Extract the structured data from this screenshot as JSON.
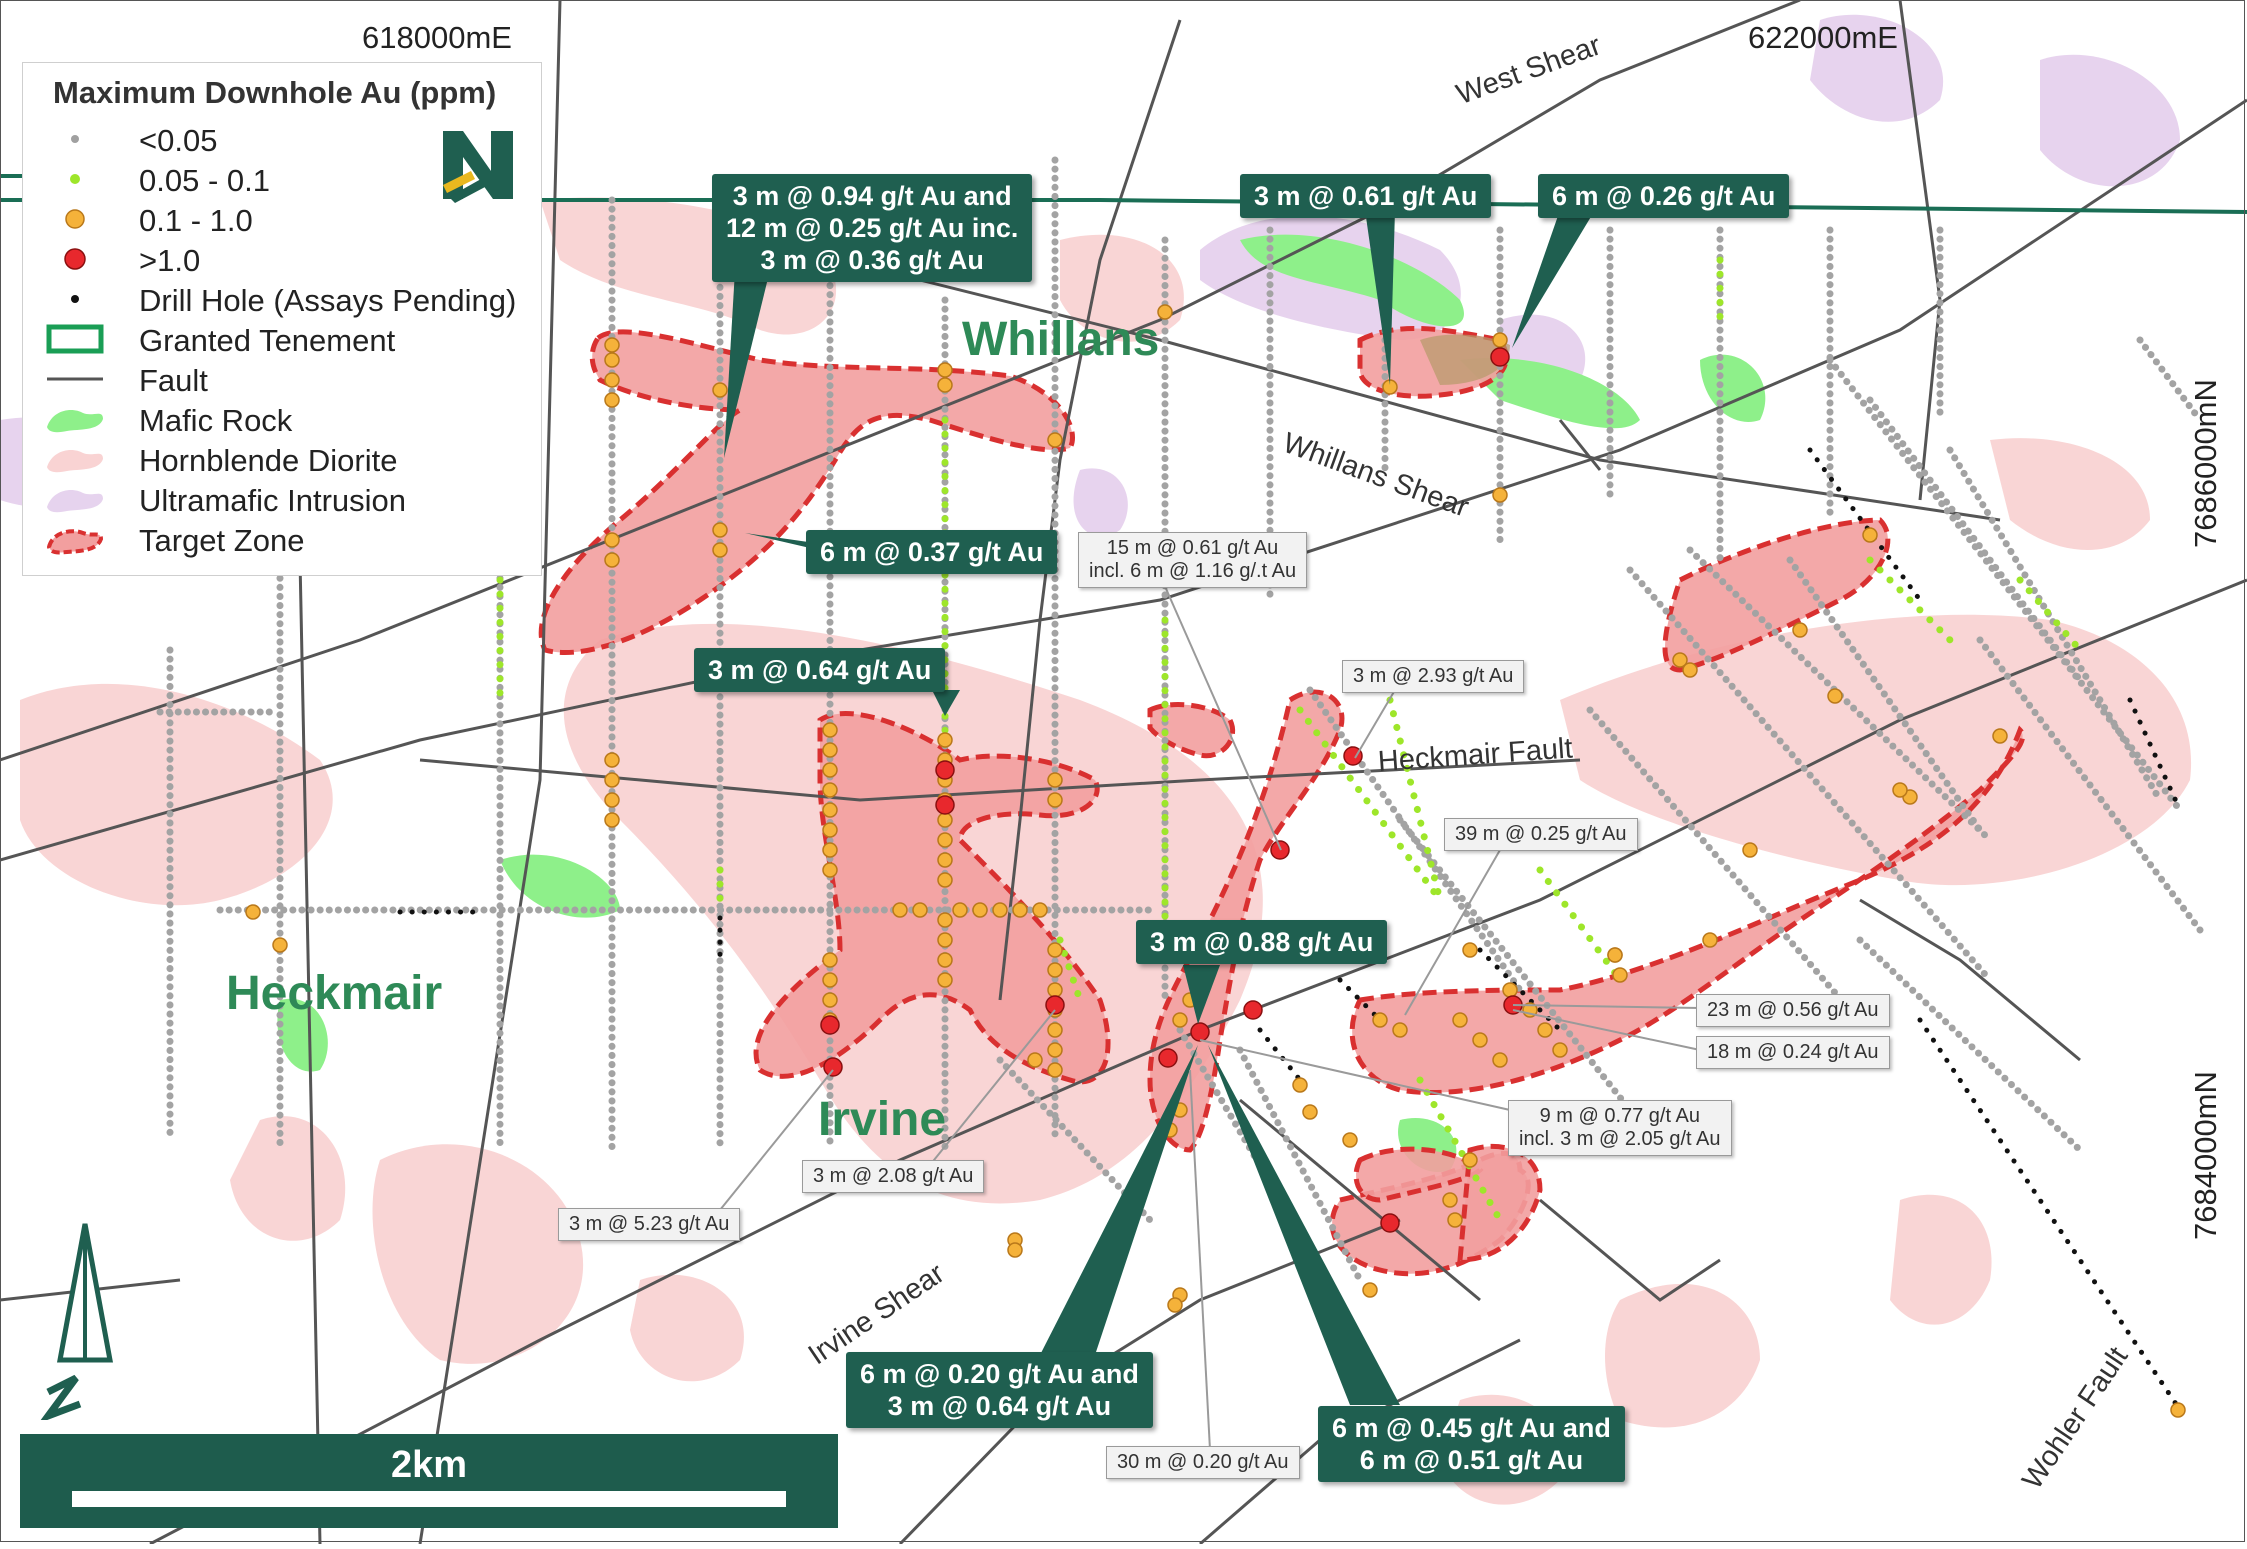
{
  "coordinates": {
    "easting_top": [
      "618000mE",
      "622000mE"
    ],
    "northing_right": [
      "7686000mN",
      "7684000mN"
    ]
  },
  "legend": {
    "title": "Maximum Downhole Au (ppm)",
    "items": [
      {
        "label": "<0.05",
        "symbol": "small-grey-dot",
        "color": "#a0a0a0"
      },
      {
        "label": "0.05 - 0.1",
        "symbol": "small-green-dot",
        "color": "#9ee62a"
      },
      {
        "label": "0.1 - 1.0",
        "symbol": "orange-dot",
        "color": "#f5b23a"
      },
      {
        "label": ">1.0",
        "symbol": "red-dot",
        "color": "#e8282d"
      },
      {
        "label": "Drill Hole (Assays Pending)",
        "symbol": "black-dot",
        "color": "#111111"
      },
      {
        "label": "Granted Tenement",
        "symbol": "green-outline-box",
        "color": "#1a9e55"
      },
      {
        "label": "Fault",
        "symbol": "line",
        "color": "#555555"
      },
      {
        "label": "Mafic Rock",
        "symbol": "fill-blob",
        "color": "#8ef08a"
      },
      {
        "label": "Hornblende Diorite",
        "symbol": "fill-blob",
        "color": "#f9d3d3"
      },
      {
        "label": "Ultramafic Intrusion",
        "symbol": "fill-blob",
        "color": "#e6d3ee"
      },
      {
        "label": "Target Zone",
        "symbol": "dashed-red-blob",
        "color": "#e53a3a"
      }
    ]
  },
  "places": {
    "whillans": "Whillans",
    "heckmair": "Heckmair",
    "irvine": "Irvine"
  },
  "faults": {
    "west_shear": "West Shear",
    "whillans_shear": "Whillans Shear",
    "heckmair_fault": "Heckmair Fault",
    "irvine_shear": "Irvine Shear",
    "wohler_fault": "Wohler Fault"
  },
  "callouts_dark": {
    "c1": "3 m @ 0.94 g/t Au and\n12 m @ 0.25 g/t Au inc.\n3 m @ 0.36 g/t Au",
    "c2": "3 m @ 0.61 g/t Au",
    "c3": "6 m @ 0.26 g/t Au",
    "c4": "6 m @ 0.37 g/t Au",
    "c5": "3 m @ 0.64 g/t Au",
    "c6": "3 m @ 0.88 g/t Au",
    "c7": "6 m @ 0.20 g/t Au and\n3 m @ 0.64 g/t Au",
    "c8": "6 m @ 0.45 g/t Au and\n6 m @ 0.51 g/t Au"
  },
  "callouts_light": {
    "l1": "15 m @ 0.61 g/t Au\nincl. 6 m @ 1.16 g/.t Au",
    "l2": "3 m @ 2.93 g/t Au",
    "l3": "39 m @ 0.25 g/t Au",
    "l4": "23 m @ 0.56 g/t Au",
    "l5": "18 m @ 0.24 g/t Au",
    "l6": "9 m @ 0.77 g/t Au\nincl. 3 m @ 2.05 g/t Au",
    "l7": "3 m @ 2.08 g/t Au",
    "l8": "3 m @ 5.23 g/t Au",
    "l9": "30 m @ 0.20 g/t Au"
  },
  "scale": {
    "label": "2km"
  },
  "colors": {
    "brand_dark": "#1f5f50",
    "target_fill": "#f2a0a0",
    "target_stroke": "#d93030",
    "diorite": "#f9d3d3",
    "ultramafic": "#e6d3ee",
    "mafic": "#8ef08a",
    "tenement": "#1a6e55"
  },
  "icons": {
    "logo": "company-logo-icon",
    "north_arrow": "north-arrow-icon"
  }
}
